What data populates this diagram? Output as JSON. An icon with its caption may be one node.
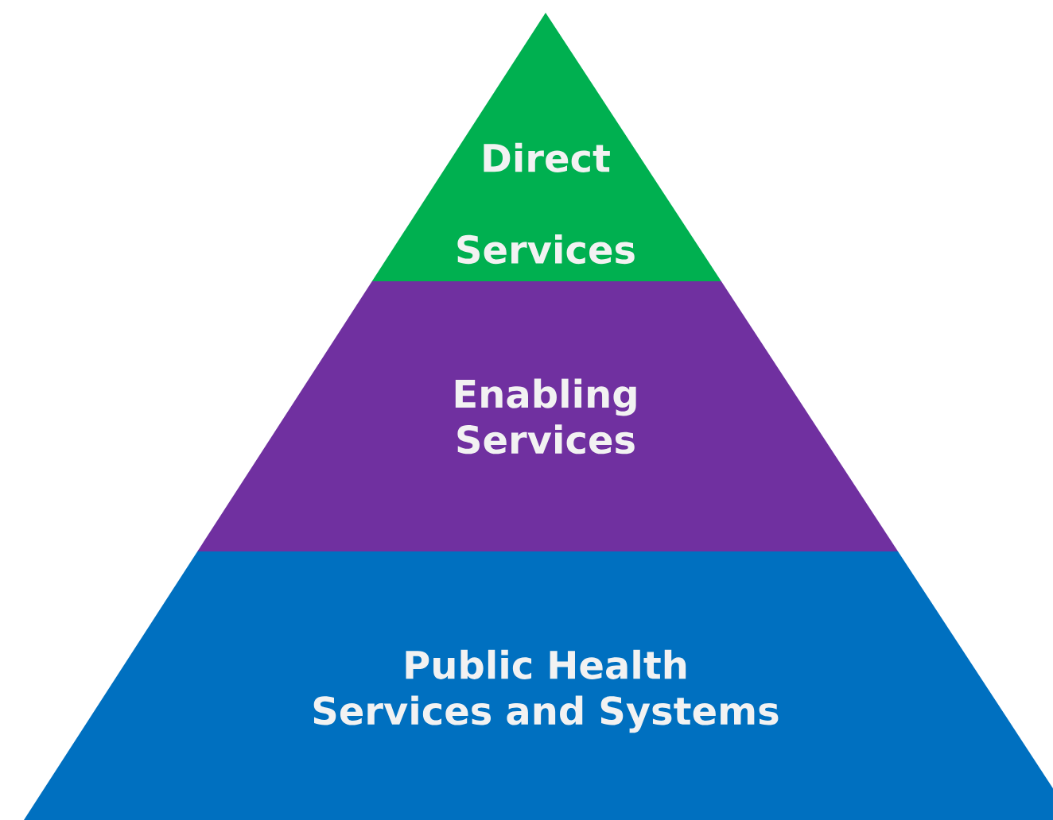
{
  "diagram": {
    "nodes": [
      {
        "text": [
          "Direct Services"
        ]
      },
      {
        "text": [
          "Enabling Services"
        ]
      },
      {
        "text": [
          "Public Health Services and Systems"
        ]
      }
    ]
  }
}
